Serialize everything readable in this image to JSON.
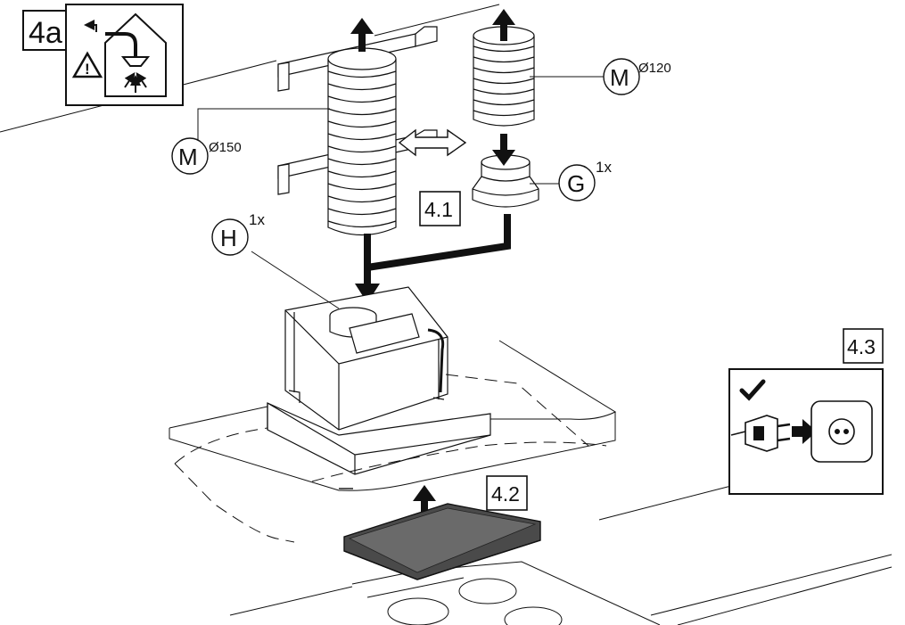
{
  "step_box": {
    "label": "4a",
    "warning_symbol": "!"
  },
  "substeps": {
    "s41": "4.1",
    "s42": "4.2",
    "s43": "4.3"
  },
  "parts": {
    "m150": {
      "letter": "M",
      "sup": "Ø150"
    },
    "m120": {
      "letter": "M",
      "sup": "Ø120"
    },
    "g": {
      "letter": "G",
      "sup": "1x"
    },
    "h": {
      "letter": "H",
      "sup": "1x"
    }
  },
  "colors": {
    "line": "#111111",
    "filter": "#4a4a4a",
    "background": "#ffffff"
  },
  "icons": [
    "duct-house-icon",
    "warning-icon",
    "checkmark-icon",
    "plug-icon",
    "socket-icon"
  ]
}
